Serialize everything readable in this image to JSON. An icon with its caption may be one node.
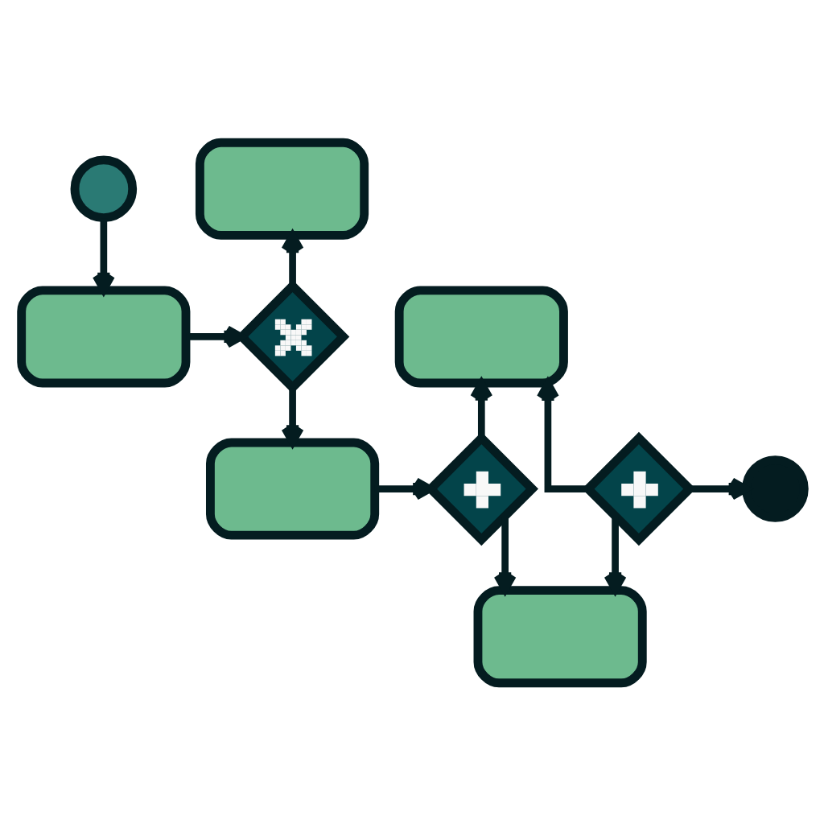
{
  "diagram": {
    "nodes": [
      {
        "text": [],
        "shape": "circle"
      },
      {
        "text": [],
        "shape": "box"
      },
      {
        "text": [],
        "shape": "diamond"
      },
      {
        "text": [],
        "shape": "box"
      },
      {
        "text": [],
        "shape": "box"
      },
      {
        "text": [],
        "shape": "diamond"
      },
      {
        "text": [],
        "shape": "box"
      },
      {
        "text": [],
        "shape": "box"
      },
      {
        "text": [],
        "shape": "diamond"
      },
      {
        "text": [],
        "shape": "circle"
      }
    ],
    "edges": [
      {
        "from": 0,
        "to": 1,
        "arrow": "to"
      },
      {
        "from": 1,
        "to": 2,
        "arrow": "to"
      },
      {
        "from": 2,
        "to": 3,
        "arrow": "to"
      },
      {
        "from": 2,
        "to": 4,
        "arrow": "to"
      },
      {
        "from": 4,
        "to": 5,
        "arrow": "to"
      },
      {
        "from": 5,
        "to": 6,
        "arrow": "to"
      },
      {
        "from": 5,
        "to": 7,
        "arrow": "to"
      },
      {
        "from": 8,
        "to": 6,
        "arrow": "to"
      },
      {
        "from": 8,
        "to": 7,
        "arrow": "to"
      },
      {
        "from": 8,
        "to": 9,
        "arrow": "to"
      }
    ]
  }
}
